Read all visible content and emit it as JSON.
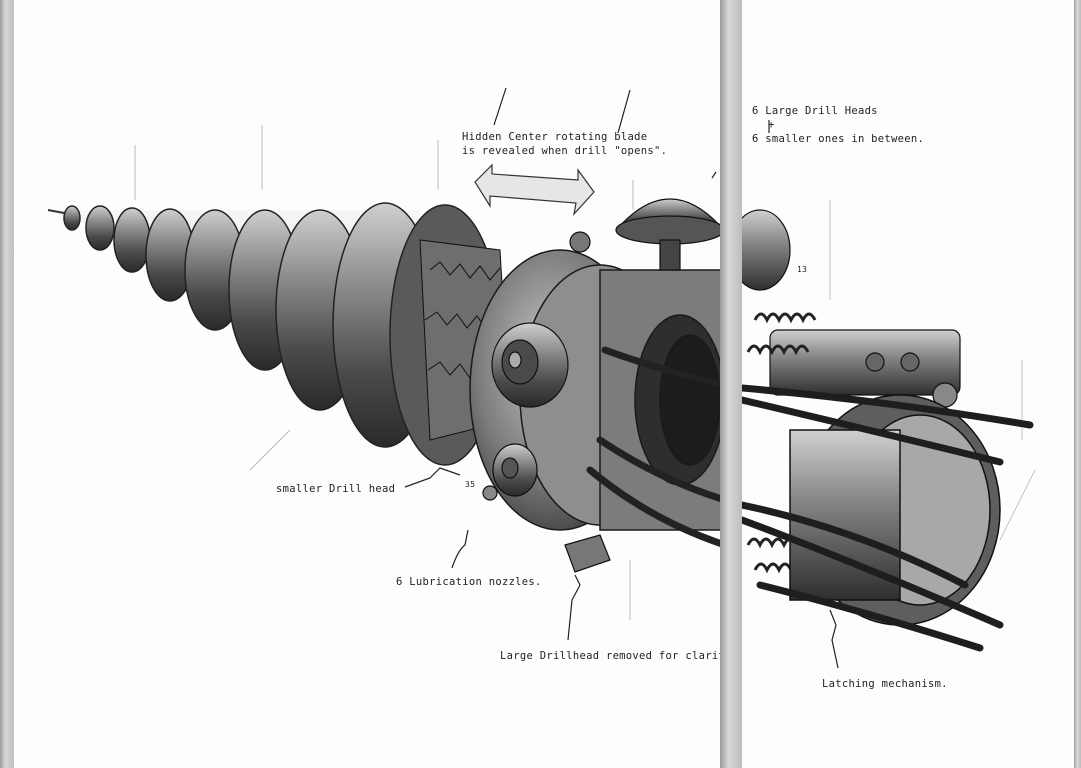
{
  "colors": {
    "background": "#ffffff",
    "metal_dark": "#3a3a3a",
    "metal_mid": "#8a8a8a",
    "metal_light": "#d4d4d4",
    "ink": "#222222"
  },
  "annotations": {
    "blade_line1": "Hidden Center rotating blade",
    "blade_line2": "is revealed when drill \"opens\".",
    "heads_line1": "6 Large Drill Heads",
    "heads_plus": "+",
    "heads_line2": "6 smaller ones in between.",
    "smaller_head": "smaller Drill head",
    "lubrication": "6 Lubrication nozzles.",
    "removed": "Large Drillhead removed for clarit",
    "latching": "Latching mechanism.",
    "number_13": "13",
    "number_35": "35"
  }
}
